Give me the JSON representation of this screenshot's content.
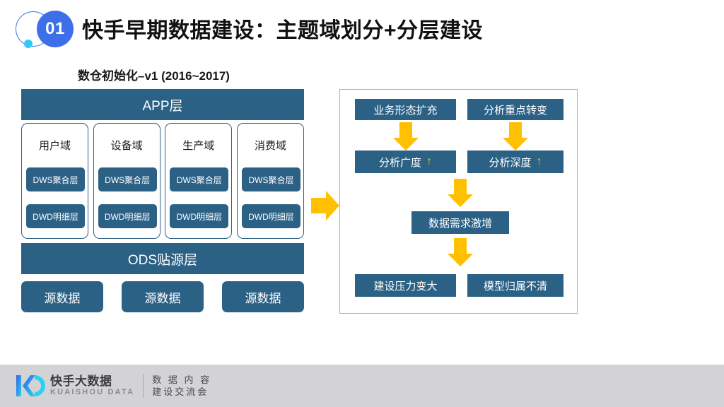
{
  "header": {
    "badge_number": "01",
    "title": "快手早期数据建设：主题域划分+分层建设",
    "subtitle": "数仓初始化–v1 (2016~2017)"
  },
  "left_panel": {
    "app_layer": "APP层",
    "ods_layer": "ODS贴源层",
    "domains": [
      {
        "name": "用户域",
        "dws": "DWS聚合层",
        "dwd": "DWD明细层"
      },
      {
        "name": "设备域",
        "dws": "DWS聚合层",
        "dwd": "DWD明细层"
      },
      {
        "name": "生产域",
        "dws": "DWS聚合层",
        "dwd": "DWD明细层"
      },
      {
        "name": "消费域",
        "dws": "DWS聚合层",
        "dwd": "DWD明细层"
      }
    ],
    "sources": [
      {
        "label": "源数据"
      },
      {
        "label": "源数据"
      },
      {
        "label": "源数据"
      }
    ]
  },
  "right_panel": {
    "business_expansion": "业务形态扩充",
    "focus_shift": "分析重点转变",
    "breadth": "分析广度",
    "breadth_trend": "↑",
    "depth": "分析深度",
    "depth_trend": "↑",
    "demand_surge": "数据需求激增",
    "build_pressure": "建设压力变大",
    "model_ownership": "模型归属不清"
  },
  "footer": {
    "brand_cn": "快手大数据",
    "brand_en": "KUAISHOU DATA",
    "event_line1": "数 据 内 容",
    "event_line2": "建设交流会"
  },
  "colors": {
    "accent_blue": "#3d6fe8",
    "dot_cyan": "#35c8f0",
    "box_dark_blue": "#2c6186",
    "arrow_amber": "#ffc000",
    "panel_border": "#9db4d4",
    "footer_bg": "#d3d3d5"
  }
}
